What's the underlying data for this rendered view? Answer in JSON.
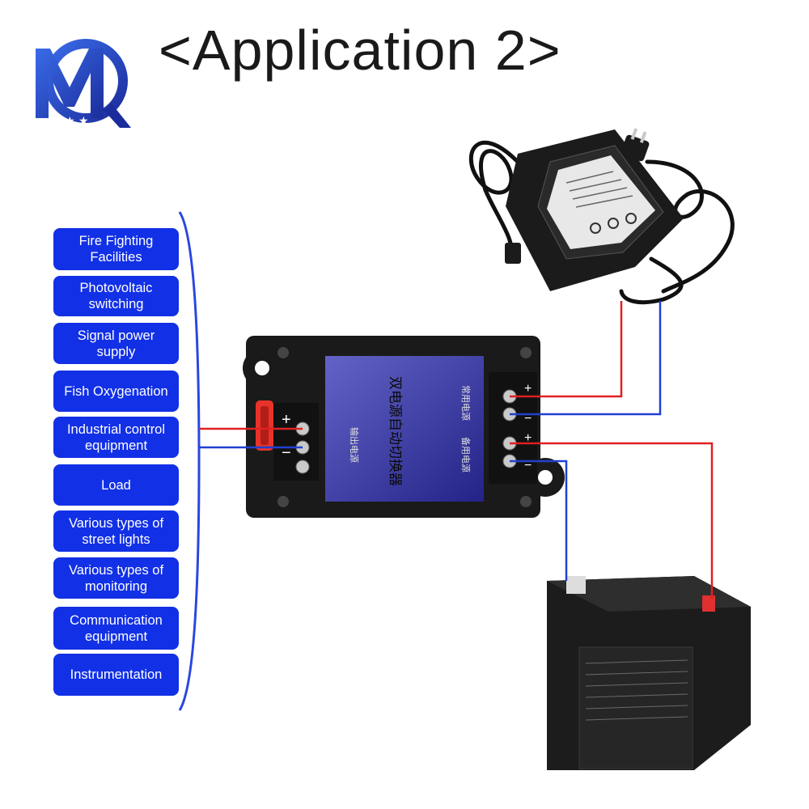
{
  "title": "<Application 2>",
  "applications": [
    "Fire Fighting Facilities",
    "Photovoltaic switching",
    "Signal power supply",
    "Fish Oxygenation",
    "Industrial control equipment",
    "Load",
    "Various types of street lights",
    "Various types of monitoring",
    "Communication equipment",
    "Instrumentation"
  ],
  "module": {
    "label": "双电源自动切换器",
    "output_label": "输出电源",
    "main_label": "常用电源",
    "backup_label": "备用电源",
    "plus": "+",
    "minus": "−"
  },
  "colors": {
    "button": "#1230e6",
    "wire_positive": "#e02020",
    "wire_negative": "#2040d0",
    "bracket": "#2a46e0"
  }
}
